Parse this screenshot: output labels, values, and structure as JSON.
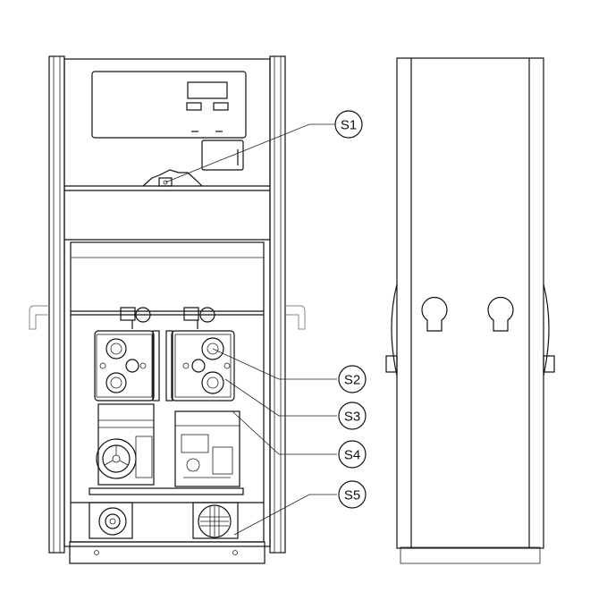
{
  "callouts": [
    {
      "id": "S1",
      "label": "S1"
    },
    {
      "id": "S2",
      "label": "S2"
    },
    {
      "id": "S3",
      "label": "S3"
    },
    {
      "id": "S4",
      "label": "S4"
    },
    {
      "id": "S5",
      "label": "S5"
    }
  ],
  "colors": {
    "line": "#111111",
    "background": "#ffffff"
  }
}
